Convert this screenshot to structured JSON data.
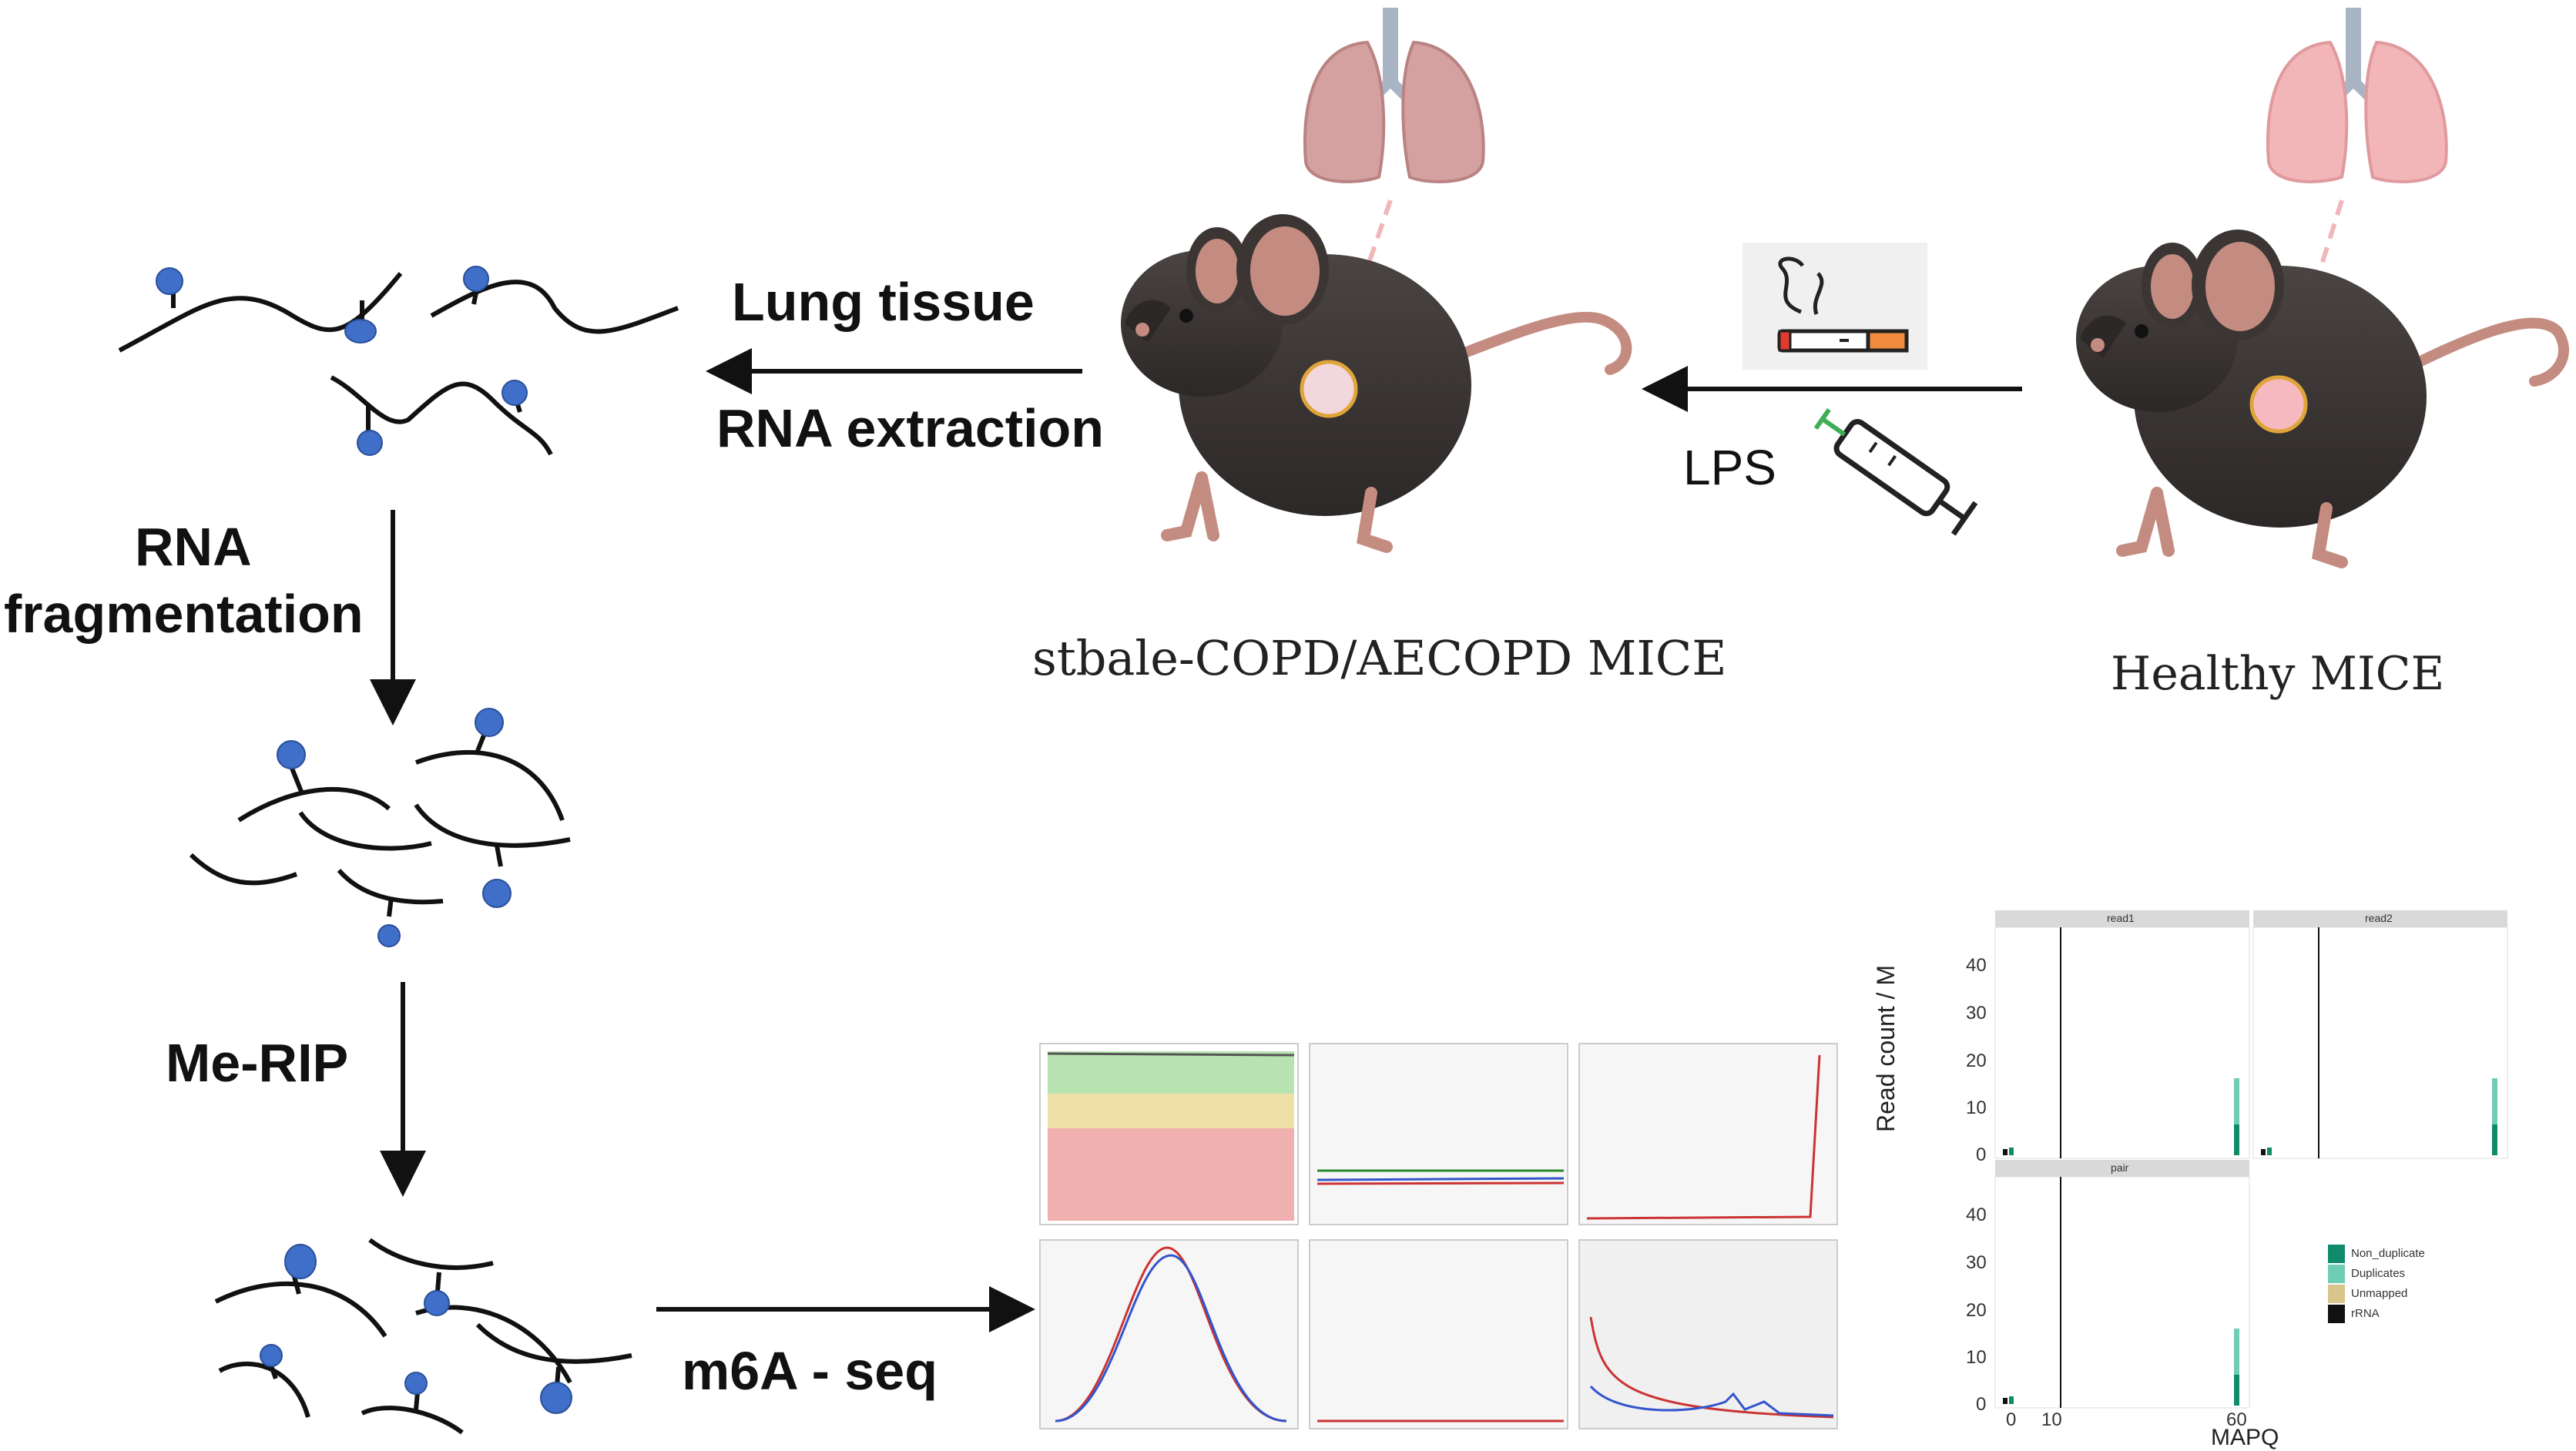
{
  "labels": {
    "lung_tissue": "Lung tissue",
    "rna_extraction": "RNA extraction",
    "lps": "LPS",
    "rna_fragmentation_line1": "RNA",
    "rna_fragmentation_line2": "fragmentation",
    "me_rip": "Me-RIP",
    "m6a_seq": "m6A - seq",
    "copd_mice": "stbale-COPD/AECOPD MICE",
    "healthy_mice": "Healthy MICE"
  },
  "mapq_chart": {
    "panels": [
      "read1",
      "read2",
      "pair"
    ],
    "y_axis_label": "Read count / M",
    "x_axis_label": "MAPQ",
    "y_ticks": [
      "0",
      "10",
      "20",
      "30",
      "40"
    ],
    "x_ticks": [
      "0",
      "10",
      "60"
    ],
    "legend": [
      "Non_duplicate",
      "Duplicates",
      "Unmapped",
      "rRNA"
    ]
  },
  "colors": {
    "rna_strand": "#111111",
    "m6a_marker": "#3f6fc8",
    "mouse_body": "#3b3634",
    "mouse_skin": "#c48c80",
    "lung_copd": "#d4a0a0",
    "lung_healthy": "#f2b6b8",
    "arrow": "#111111",
    "non_duplicate": "#0f8a6a",
    "duplicates": "#6fcdb6",
    "unmapped": "#d9c48a",
    "rrna": "#111111"
  },
  "icons": [
    "cigarette-icon",
    "syringe-icon",
    "lung-icon",
    "mouse-icon"
  ]
}
